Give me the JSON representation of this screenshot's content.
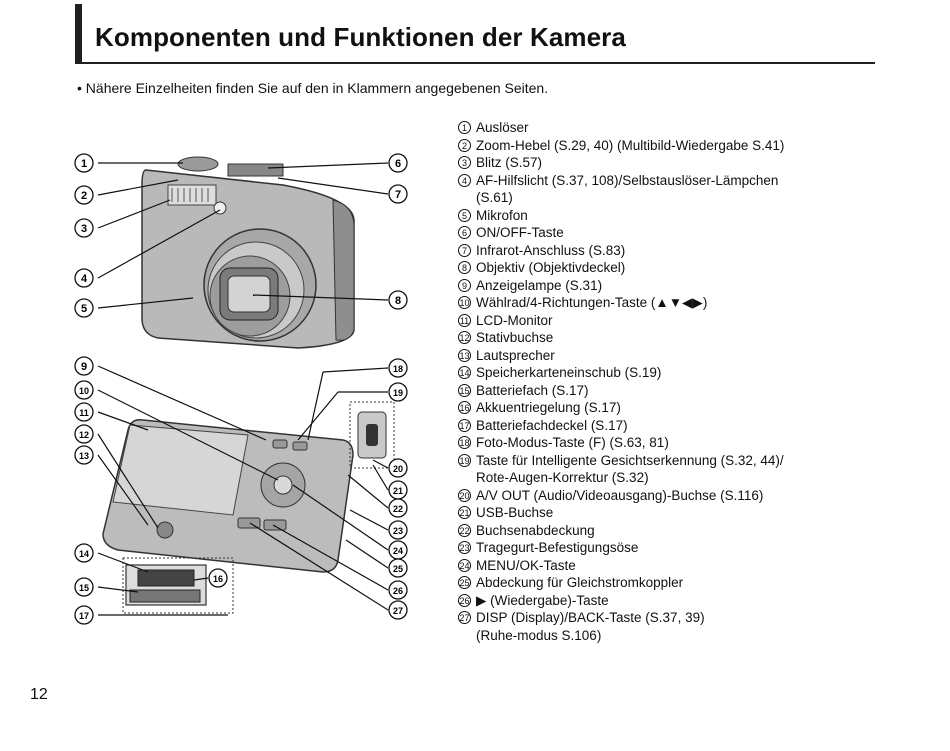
{
  "header": {
    "title": "Komponenten und Funktionen der Kamera"
  },
  "note": "• Nähere Einzelheiten finden Sie auf den in Klammern angegebenen Seiten.",
  "callouts": [
    "1",
    "2",
    "3",
    "4",
    "5",
    "6",
    "7",
    "8",
    "9",
    "10",
    "11",
    "12",
    "13",
    "14",
    "15",
    "16",
    "17",
    "18",
    "19",
    "20",
    "21",
    "22",
    "23",
    "24",
    "25",
    "26",
    "27"
  ],
  "legend": [
    {
      "num": "1",
      "text": "Auslöser"
    },
    {
      "num": "2",
      "text": "Zoom-Hebel (S.29, 40) (Multibild-Wiedergabe S.41)"
    },
    {
      "num": "3",
      "text": "Blitz (S.57)"
    },
    {
      "num": "4",
      "text": "AF-Hilfslicht (S.37, 108)/Selbstauslöser-Lämpchen"
    },
    {
      "num": "",
      "text": "(S.61)"
    },
    {
      "num": "5",
      "text": "Mikrofon"
    },
    {
      "num": "6",
      "text": "ON/OFF-Taste"
    },
    {
      "num": "7",
      "text": "Infrarot-Anschluss (S.83)"
    },
    {
      "num": "8",
      "text": "Objektiv (Objektivdeckel)"
    },
    {
      "num": "9",
      "text": "Anzeigelampe (S.31)"
    },
    {
      "num": "10",
      "text": "Wählrad/4-Richtungen-Taste (▲▼◀▶)"
    },
    {
      "num": "11",
      "text": "LCD-Monitor"
    },
    {
      "num": "12",
      "text": "Stativbuchse"
    },
    {
      "num": "13",
      "text": "Lautsprecher"
    },
    {
      "num": "14",
      "text": "Speicherkarteneinschub (S.19)"
    },
    {
      "num": "15",
      "text": "Batteriefach (S.17)"
    },
    {
      "num": "16",
      "text": "Akkuentriegelung (S.17)"
    },
    {
      "num": "17",
      "text": "Batteriefachdeckel (S.17)"
    },
    {
      "num": "18",
      "text": "Foto-Modus-Taste (F) (S.63, 81)"
    },
    {
      "num": "19",
      "text": "Taste für Intelligente Gesichtserkennung (S.32, 44)/"
    },
    {
      "num": "",
      "text": "Rote-Augen-Korrektur (S.32)"
    },
    {
      "num": "20",
      "text": "A/V OUT (Audio/Videoausgang)-Buchse (S.116)"
    },
    {
      "num": "21",
      "text": "USB-Buchse"
    },
    {
      "num": "22",
      "text": "Buchsenabdeckung"
    },
    {
      "num": "23",
      "text": "Tragegurt-Befestigungsöse"
    },
    {
      "num": "24",
      "text": "MENU/OK-Taste"
    },
    {
      "num": "25",
      "text": "Abdeckung für Gleichstromkoppler"
    },
    {
      "num": "26",
      "text": "▶ (Wiedergabe)-Taste"
    },
    {
      "num": "27",
      "text": "DISP (Display)/BACK-Taste (S.37, 39)"
    },
    {
      "num": "",
      "text": "(Ruhe-modus S.106)"
    }
  ],
  "page_number": "12"
}
